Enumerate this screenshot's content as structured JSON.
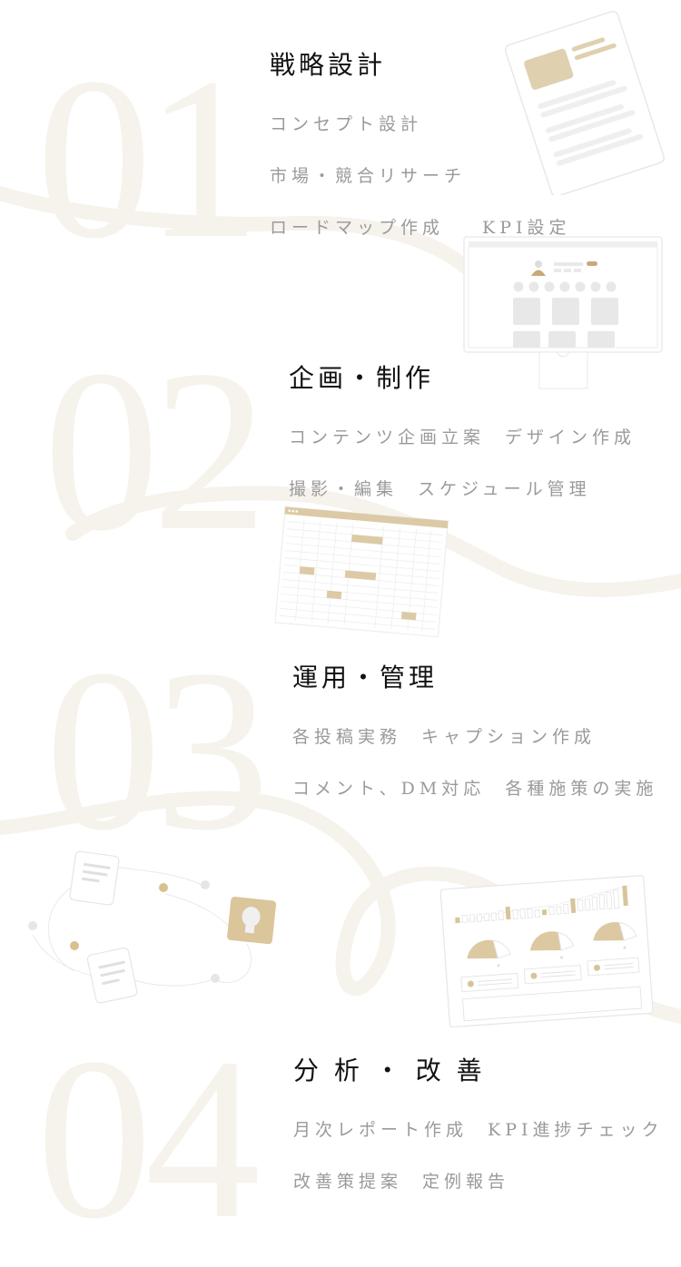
{
  "colors": {
    "background": "#ffffff",
    "numeral": "#f6f3ec",
    "swirl": "#f6f3ec",
    "accent": "#dccaa6",
    "title": "#111111",
    "item": "#9a9a9a",
    "illus_line": "#e6e6e6"
  },
  "steps": [
    {
      "number": "01",
      "title": "戦略設計",
      "items": [
        [
          "コンセプト設計"
        ],
        [
          "市場・競合リサーチ"
        ],
        [
          "ロードマップ作成",
          "KPI設定"
        ]
      ],
      "illustration": "document-icon"
    },
    {
      "number": "02",
      "title": "企画・制作",
      "items": [
        [
          "コンテンツ企画立案",
          "デザイン作成"
        ],
        [
          "撮影・編集",
          "スケジュール管理"
        ]
      ],
      "illustration": "monitor-profile-icon"
    },
    {
      "number": "03",
      "title": "運用・管理",
      "items": [
        [
          "各投稿実務",
          "キャプション作成"
        ],
        [
          "コメント、DM対応",
          "各種施策の実施"
        ]
      ],
      "illustration": "schedule-spreadsheet-icon"
    },
    {
      "number": "04",
      "title": "分 析 ・ 改 善",
      "items": [
        [
          "月次レポート作成",
          "KPI進捗チェック"
        ],
        [
          "改善策提案",
          "定例報告"
        ]
      ],
      "illustration": "analytics-dashboard-icon"
    }
  ]
}
